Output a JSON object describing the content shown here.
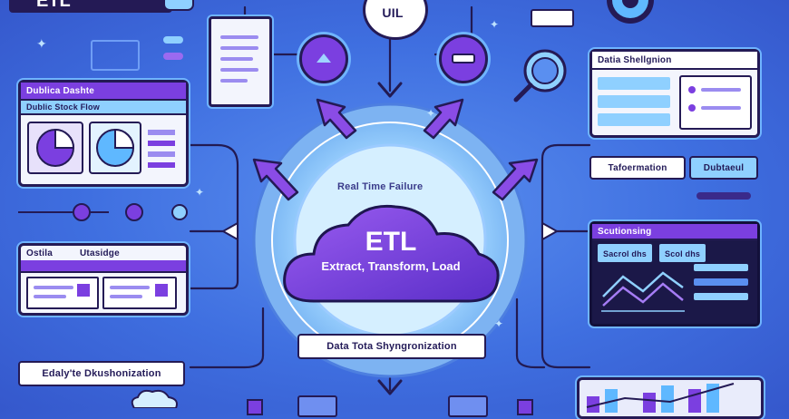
{
  "center": {
    "title": "ETL",
    "subtitle": "Extract, Transform, Load",
    "ring_label": "Real Time Failure",
    "sync_box": "Data Tota Shyngronization"
  },
  "top": {
    "logo": "ETL",
    "top_label": "UIL"
  },
  "left_panels": {
    "panel1_title": "Dublica Dashte",
    "panel1_subtitle": "Dublic Stock Flow",
    "panel2_title_a": "Ostila",
    "panel2_title_b": "Utasidge",
    "bottom_label": "Edaly'te Dkushonization"
  },
  "right_panels": {
    "top_title": "Datia Shellgnion",
    "transformation_label": "Tafoermation",
    "tag_label": "Dubtaeul",
    "dark_title": "Scutionsing",
    "dark_tab1": "Sacrol dhs",
    "dark_tab2": "Scol dhs"
  },
  "colors": {
    "accent_purple": "#7b3fe0",
    "deep_navy": "#241a55",
    "light_blue": "#8fd0ff",
    "background": "#4a7fe8"
  }
}
